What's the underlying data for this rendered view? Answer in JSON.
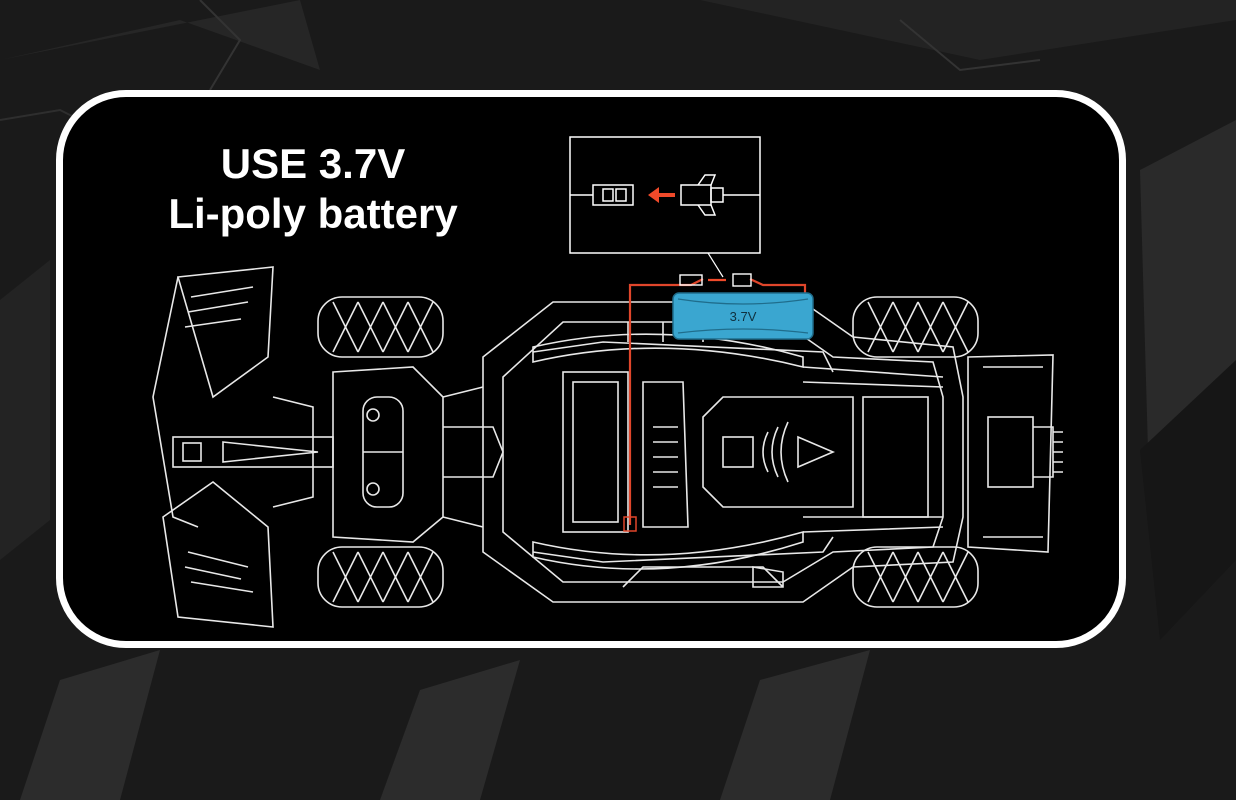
{
  "headline": {
    "line1": "USE 3.7V",
    "line2": "Li-poly battery"
  },
  "battery": {
    "label": "3.7V",
    "color": "#3aa6d0"
  },
  "colors": {
    "panel_background": "#000000",
    "panel_border": "#ffffff",
    "page_background": "#1b1b1b",
    "wire": "#e0462b",
    "arrow": "#f04a2a"
  },
  "icons": [
    "connector-plug-icon",
    "connector-socket-icon",
    "insert-arrow-icon"
  ]
}
